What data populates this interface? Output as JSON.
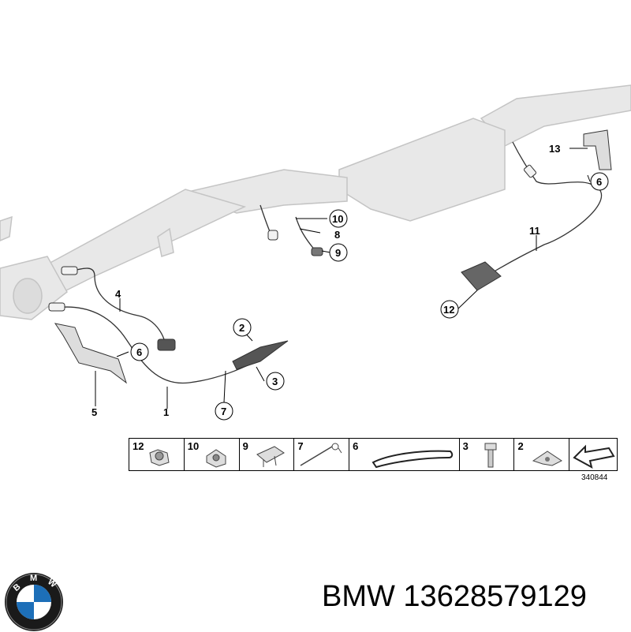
{
  "callouts": [
    "1",
    "2",
    "3",
    "4",
    "5",
    "6",
    "6",
    "7",
    "8",
    "9",
    "10",
    "11",
    "12",
    "13"
  ],
  "strip": {
    "cells": [
      {
        "num": "12",
        "icon": "hex-nut-icon"
      },
      {
        "num": "10",
        "icon": "clip-nut-icon"
      },
      {
        "num": "9",
        "icon": "bracket-clip-icon"
      },
      {
        "num": "7",
        "icon": "cable-tie-icon"
      },
      {
        "num": "6",
        "icon": "cable-sleeve-icon"
      },
      {
        "num": "3",
        "icon": "hex-bolt-icon"
      },
      {
        "num": "2",
        "icon": "spring-nut-icon"
      },
      {
        "num": "",
        "icon": "arrow-icon"
      }
    ]
  },
  "ref_number": "340844",
  "brand_text": "BMW 13628579129",
  "logo_letters": "BMW",
  "colors": {
    "exhaust": "#e6e6e6",
    "outline": "#bdbdbd",
    "line": "#333333",
    "blue": "#1d6fb8"
  }
}
